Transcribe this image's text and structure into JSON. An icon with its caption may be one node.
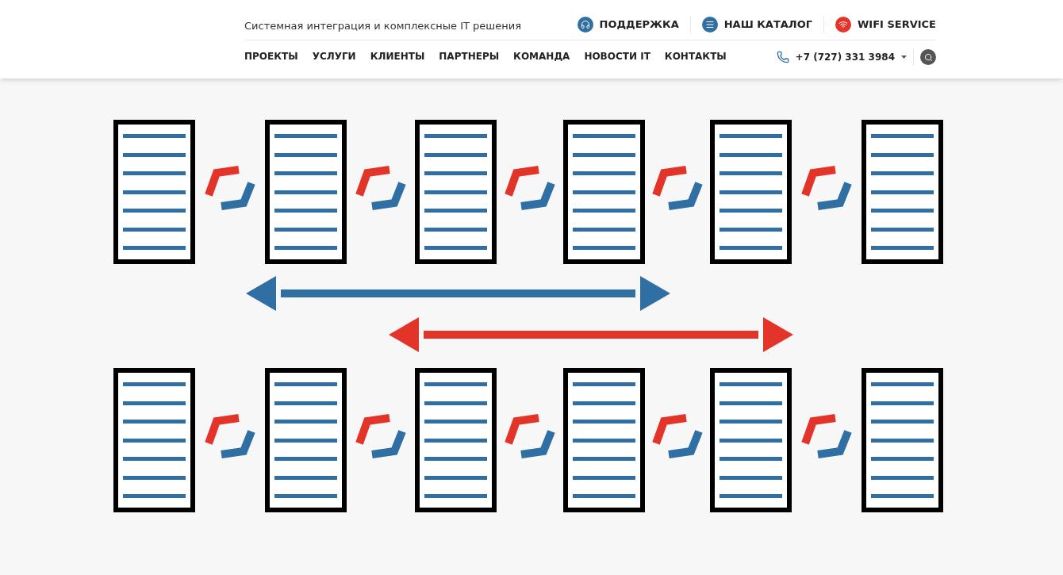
{
  "diagram": {
    "nodes": [
      {
        "text": [],
        "shape": "box"
      },
      {
        "text": [],
        "shape": "box"
      },
      {
        "text": [],
        "shape": "box"
      },
      {
        "text": [],
        "shape": "box"
      },
      {
        "text": [],
        "shape": "box"
      },
      {
        "text": [],
        "shape": "box"
      },
      {
        "text": [],
        "shape": "box"
      },
      {
        "text": [],
        "shape": "box"
      },
      {
        "text": [],
        "shape": "box"
      },
      {
        "text": [],
        "shape": "box"
      },
      {
        "text": [],
        "shape": "box"
      },
      {
        "text": [],
        "shape": "box"
      }
    ],
    "labels": [
      "Системная интеграция и комплексные IT решения",
      "ПОДДЕРЖКА",
      "НАШ КАТАЛОГ",
      "WIFI SERVICE",
      "ПРОЕКТЫ",
      "УСЛУГИ",
      "КЛИЕНТЫ",
      "ПАРТНЕРЫ",
      "КОМАНДА",
      "НОВОСТИ IT",
      "КОНТАКТЫ",
      "+7 (727) 331 3984"
    ]
  }
}
